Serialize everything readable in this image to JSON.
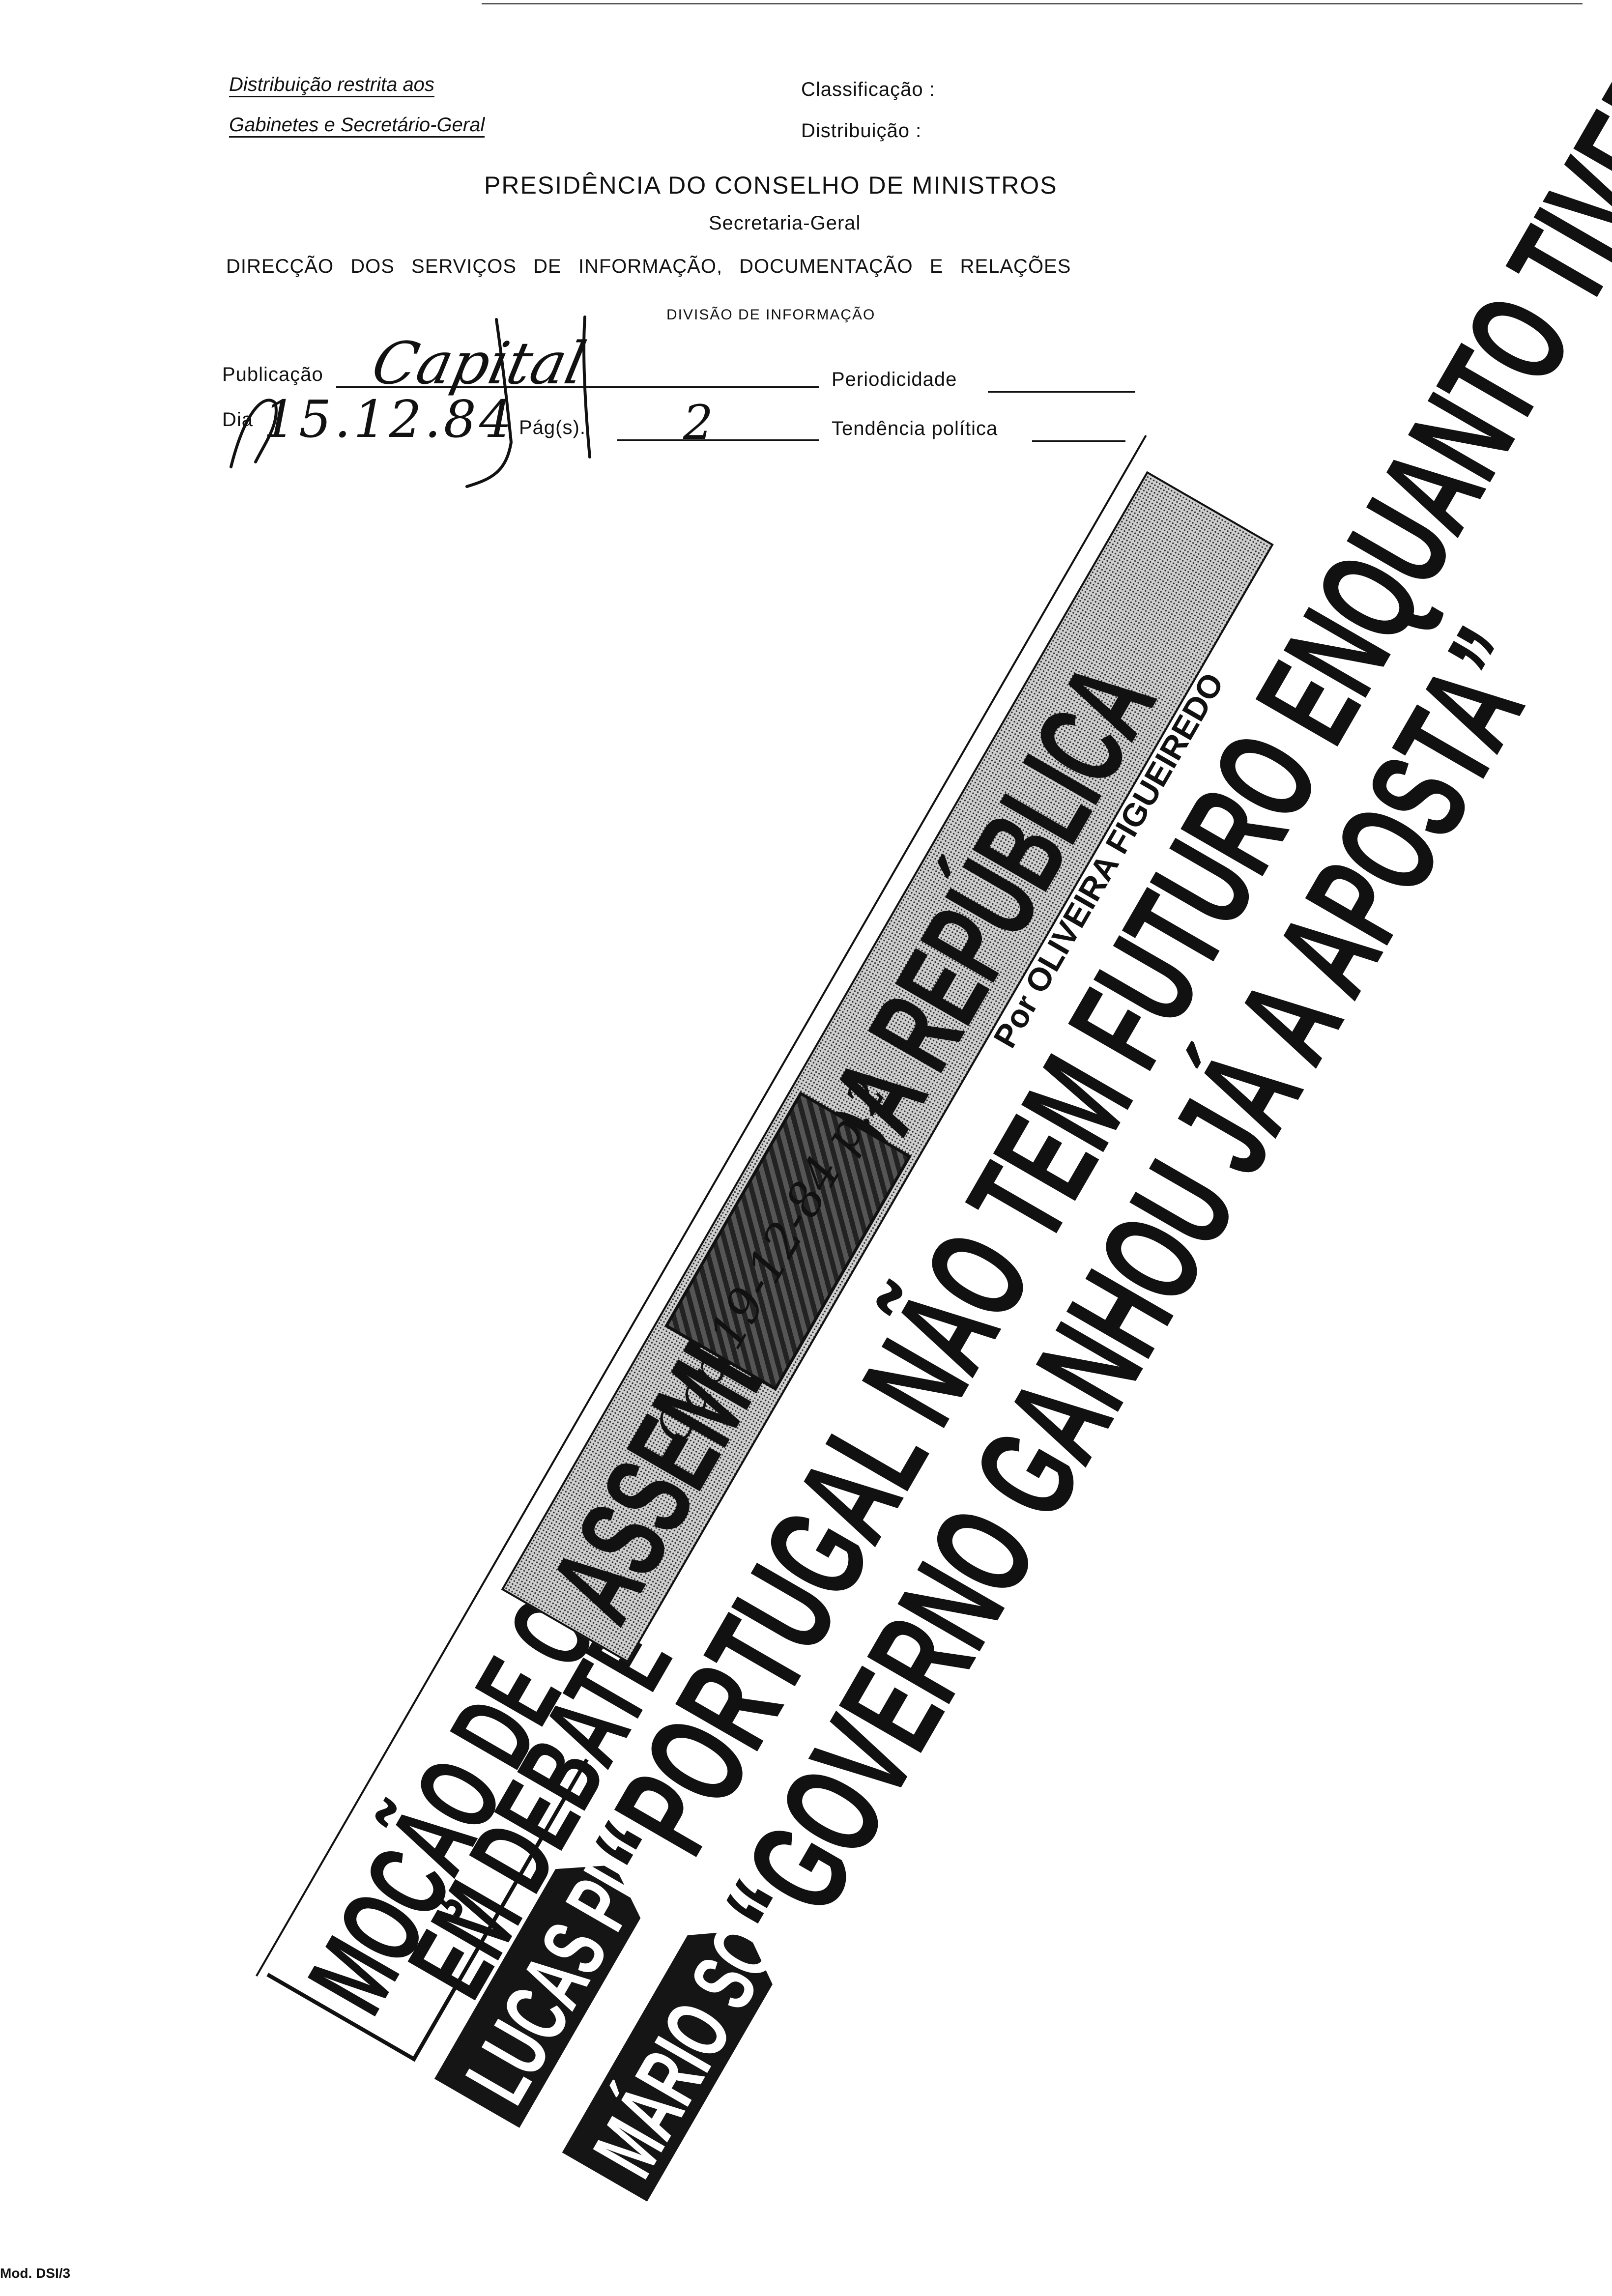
{
  "header": {
    "restricted_line1": "Distribuição restrita aos",
    "restricted_line2": "Gabinetes e Secretário-Geral",
    "classification_label": "Classificação :",
    "distribution_label": "Distribuição :",
    "title": "PRESIDÊNCIA DO CONSELHO DE MINISTROS",
    "subtitle": "Secretaria-Geral",
    "directorate": "DIRECÇÃO DOS SERVIÇOS DE INFORMAÇÃO, DOCUMENTAÇÃO E RELAÇÕES",
    "division": "DIVISÃO DE INFORMAÇÃO"
  },
  "form": {
    "publicacao_label": "Publicação",
    "publicacao_value": "Capital",
    "periodicidade_label": "Periodicidade",
    "dia_label": "Dia",
    "dia_value": "15.12.84",
    "pags_label": "Pág(s).",
    "pags_value": "2",
    "tendencia_label": "Tendência política",
    "margin_note": "Cap 19-12-84 p.2"
  },
  "clipping": {
    "box_line1": "MOÇÃO DE CENSURA",
    "box_line2": "EM DEBATE",
    "section_banner": "ASSEMBLEIA DA REPÚBLICA",
    "label1": "LUCAS PIRES",
    "headline1": "“PORTUGAL NÃO TEM FUTURO ENQUANTO TIVER ESTE GOVERNO”",
    "label2": "MÁRIO SOARES",
    "headline2": "“GOVERNO GANHOU JÁ A APOSTA”",
    "byline": "Por OLIVEIRA FIGUEIREDO"
  },
  "footer": {
    "form_code": "Mod. DSI/3"
  }
}
